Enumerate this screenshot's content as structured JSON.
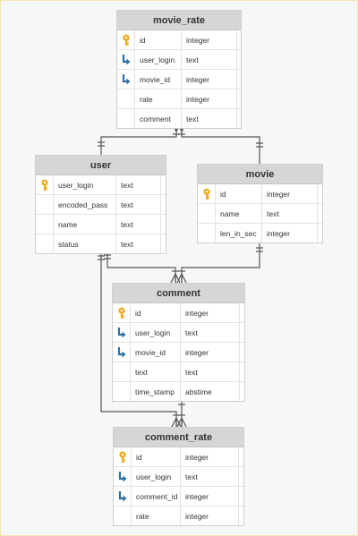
{
  "tables": {
    "movie_rate": {
      "name": "movie_rate",
      "fields": [
        {
          "icon": "key-icon",
          "name": "id",
          "type": "integer"
        },
        {
          "icon": "foreign-key-icon",
          "name": "user_login",
          "type": "text"
        },
        {
          "icon": "foreign-key-icon",
          "name": "movie_id",
          "type": "integer"
        },
        {
          "icon": "",
          "name": "rate",
          "type": "integer"
        },
        {
          "icon": "",
          "name": "comment",
          "type": "text"
        }
      ]
    },
    "user": {
      "name": "user",
      "fields": [
        {
          "icon": "key-icon",
          "name": "user_login",
          "type": "text"
        },
        {
          "icon": "",
          "name": "encoded_pass",
          "type": "text"
        },
        {
          "icon": "",
          "name": "name",
          "type": "text"
        },
        {
          "icon": "",
          "name": "status",
          "type": "text"
        }
      ]
    },
    "movie": {
      "name": "movie",
      "fields": [
        {
          "icon": "key-icon",
          "name": "id",
          "type": "integer"
        },
        {
          "icon": "",
          "name": "name",
          "type": "text"
        },
        {
          "icon": "",
          "name": "len_in_sec",
          "type": "integer"
        }
      ]
    },
    "comment": {
      "name": "comment",
      "fields": [
        {
          "icon": "key-icon",
          "name": "id",
          "type": "integer"
        },
        {
          "icon": "foreign-key-icon",
          "name": "user_login",
          "type": "text"
        },
        {
          "icon": "foreign-key-icon",
          "name": "movie_id",
          "type": "integer"
        },
        {
          "icon": "",
          "name": "text",
          "type": "text"
        },
        {
          "icon": "",
          "name": "time_stamp",
          "type": "abstime"
        }
      ]
    },
    "comment_rate": {
      "name": "comment_rate",
      "fields": [
        {
          "icon": "key-icon",
          "name": "id",
          "type": "integer"
        },
        {
          "icon": "foreign-key-icon",
          "name": "user_login",
          "type": "text"
        },
        {
          "icon": "foreign-key-icon",
          "name": "comment_id",
          "type": "integer"
        },
        {
          "icon": "",
          "name": "rate",
          "type": "integer"
        }
      ]
    }
  },
  "colors": {
    "key": "#f0a81c",
    "foreign_key": "#2f6fa3",
    "line": "#555555",
    "header_bg": "#d6d6d6"
  }
}
